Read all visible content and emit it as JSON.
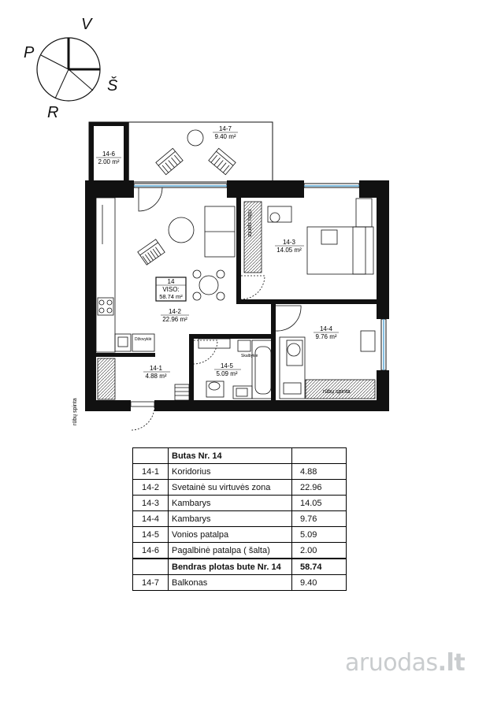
{
  "compass": {
    "north": "V",
    "east": "Š",
    "south": "R",
    "west": "P"
  },
  "rooms": {
    "r14_1": {
      "id": "14-1",
      "area": "4.88 m²"
    },
    "r14_2": {
      "id": "14-2",
      "area": "22.96 m²"
    },
    "r14_3": {
      "id": "14-3",
      "area": "14.05 m²"
    },
    "r14_4": {
      "id": "14-4",
      "area": "9.76 m²"
    },
    "r14_5": {
      "id": "14-5",
      "area": "5.09 m²"
    },
    "r14_6": {
      "id": "14-6",
      "area": "2.00 m²"
    },
    "r14_7": {
      "id": "14-7",
      "area": "9.40 m²"
    }
  },
  "total_box": {
    "id": "14",
    "label": "VISO:",
    "area": "58.74 m²"
  },
  "wardrobe_labels": {
    "w1": "rūbų spinta",
    "w2": "rūbų spinta",
    "w3": "rūbų spinta"
  },
  "small_labels": {
    "dryer": "Džiovyklė",
    "washer": "Skalbyklė"
  },
  "table": {
    "header": "Butas Nr. 14",
    "rows": [
      {
        "id": "14-1",
        "name": "Koridorius",
        "value": "4.88"
      },
      {
        "id": "14-2",
        "name": "Svetainė su virtuvės  zona",
        "value": "22.96"
      },
      {
        "id": "14-3",
        "name": "Kambarys",
        "value": "14.05"
      },
      {
        "id": "14-4",
        "name": "Kambarys",
        "value": "9.76"
      },
      {
        "id": "14-5",
        "name": "Vonios patalpa",
        "value": "5.09"
      },
      {
        "id": "14-6",
        "name": "Pagalbinė patalpa ( šalta)",
        "value": "2.00"
      }
    ],
    "total": {
      "name": "Bendras plotas  bute Nr. 14",
      "value": "58.74"
    },
    "balcony": {
      "id": "14-7",
      "name": "Balkonas",
      "value": "9.40"
    }
  },
  "watermark": {
    "text": "aruodas",
    "suffix": ".lt"
  }
}
